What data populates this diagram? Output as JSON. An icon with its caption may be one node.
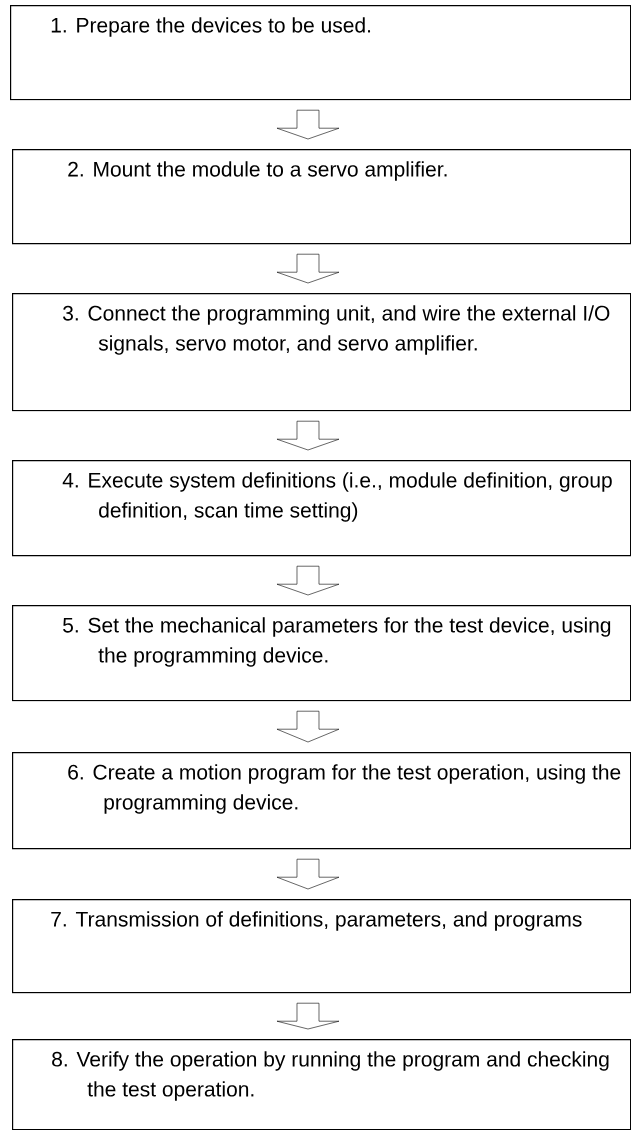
{
  "diagram": {
    "nodes": [
      {
        "text": [
          "1. Prepare the devices to be used."
        ]
      },
      {
        "text": [
          "2. Mount the module to a servo amplifier."
        ]
      },
      {
        "text": [
          "3. Connect the programming unit, and wire the external I/O signals, servo motor, and servo amplifier."
        ]
      },
      {
        "text": [
          "4. Execute system definitions (i.e., module definition, group definition, scan time setting)"
        ]
      },
      {
        "text": [
          "5. Set the mechanical parameters for the test device, using the programming device."
        ]
      },
      {
        "text": [
          "6. Create a motion program for the test operation, using the programming device."
        ]
      },
      {
        "text": [
          "7. Transmission of definitions, parameters, and programs"
        ]
      },
      {
        "text": [
          "8. Verify the operation by running the program and checking the test operation."
        ]
      }
    ],
    "edges": [
      {
        "from": 0,
        "to": 1,
        "arrow": "to"
      },
      {
        "from": 1,
        "to": 2,
        "arrow": "to"
      },
      {
        "from": 2,
        "to": 3,
        "arrow": "to"
      },
      {
        "from": 3,
        "to": 4,
        "arrow": "to"
      },
      {
        "from": 4,
        "to": 5,
        "arrow": "to"
      },
      {
        "from": 5,
        "to": 6,
        "arrow": "to"
      },
      {
        "from": 6,
        "to": 7,
        "arrow": "to"
      }
    ]
  }
}
